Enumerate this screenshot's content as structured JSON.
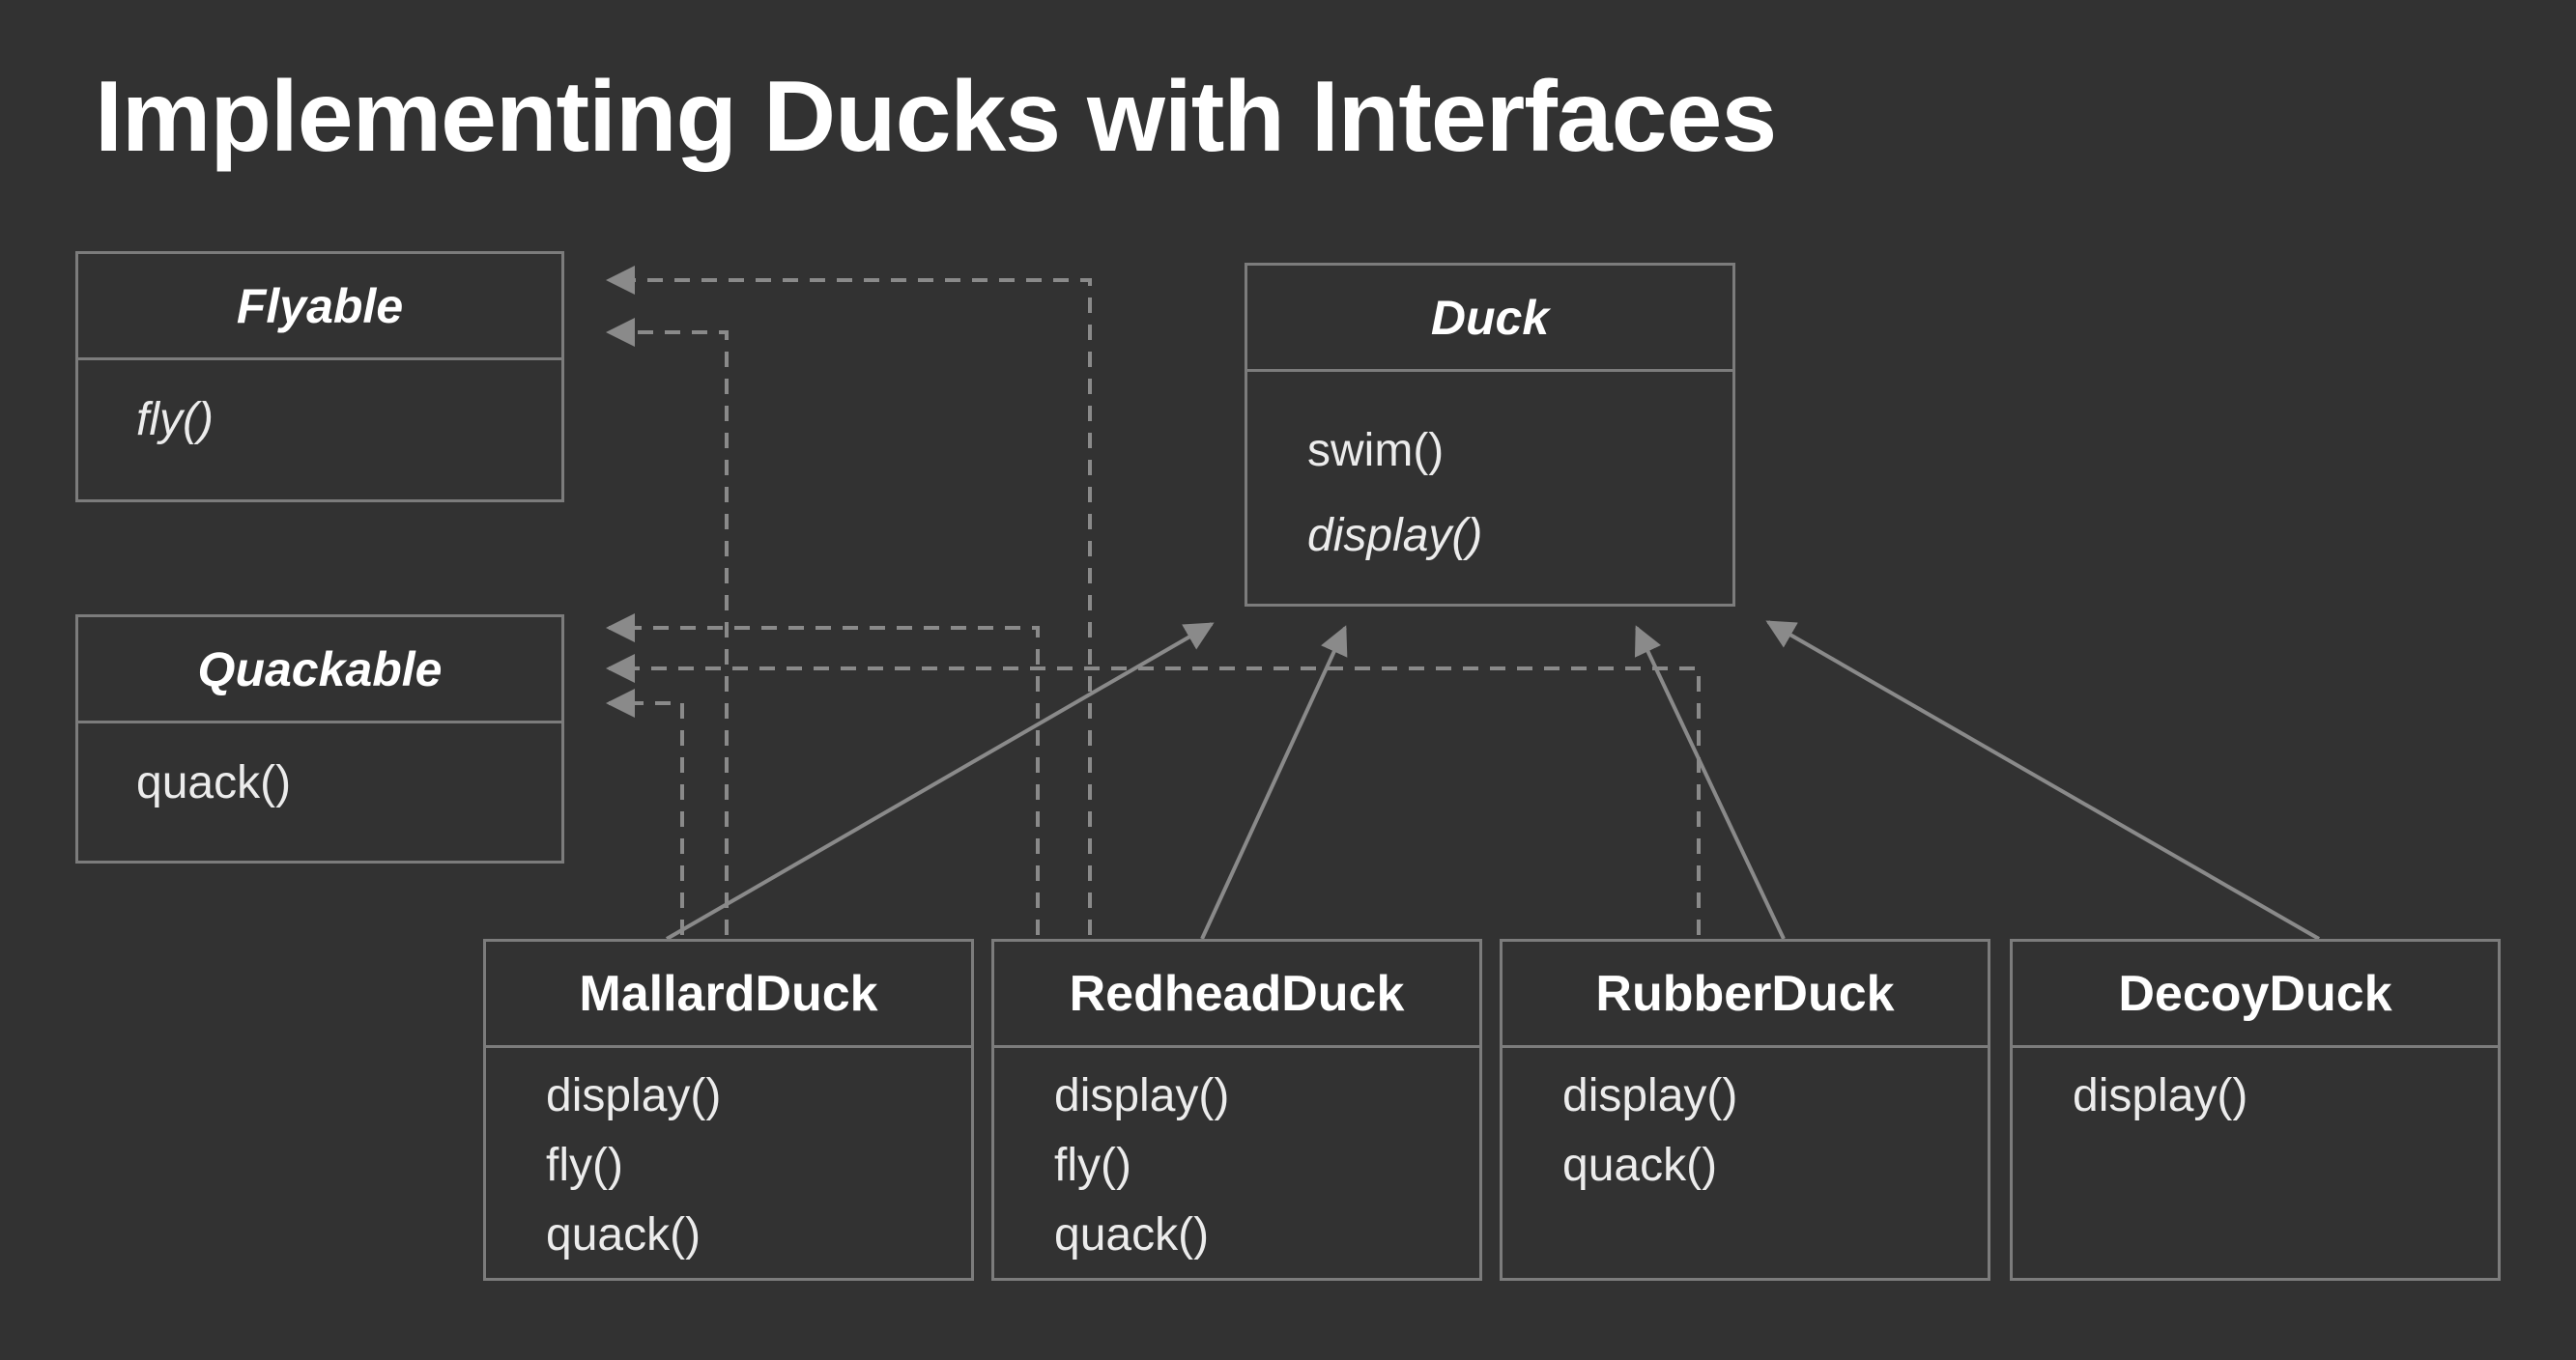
{
  "slide": {
    "title": "Implementing Ducks with Interfaces"
  },
  "interfaces": [
    {
      "name": "Flyable",
      "methods": [
        {
          "text": "fly()",
          "italic": true
        }
      ]
    },
    {
      "name": "Quackable",
      "methods": [
        {
          "text": "quack()",
          "italic": false
        }
      ]
    }
  ],
  "base_class": {
    "name": "Duck",
    "methods": [
      {
        "text": "swim()",
        "italic": false
      },
      {
        "text": "display()",
        "italic": true
      }
    ]
  },
  "subclasses": [
    {
      "name": "MallardDuck",
      "methods": [
        "display()",
        "fly()",
        "quack()"
      ]
    },
    {
      "name": "RedheadDuck",
      "methods": [
        "display()",
        "fly()",
        "quack()"
      ]
    },
    {
      "name": "RubberDuck",
      "methods": [
        "display()",
        "quack()"
      ]
    },
    {
      "name": "DecoyDuck",
      "methods": [
        "display()"
      ]
    }
  ],
  "relationships": {
    "inherits": [
      {
        "from": "MallardDuck",
        "to": "Duck"
      },
      {
        "from": "RedheadDuck",
        "to": "Duck"
      },
      {
        "from": "RubberDuck",
        "to": "Duck"
      },
      {
        "from": "DecoyDuck",
        "to": "Duck"
      }
    ],
    "implements": [
      {
        "from": "MallardDuck",
        "to": "Flyable"
      },
      {
        "from": "MallardDuck",
        "to": "Quackable"
      },
      {
        "from": "RedheadDuck",
        "to": "Flyable"
      },
      {
        "from": "RedheadDuck",
        "to": "Quackable"
      },
      {
        "from": "RubberDuck",
        "to": "Quackable"
      }
    ]
  },
  "colors": {
    "background": "#323232",
    "box_border": "#7c7c7c",
    "text": "#ffffff",
    "connector": "#8a8a8a"
  }
}
